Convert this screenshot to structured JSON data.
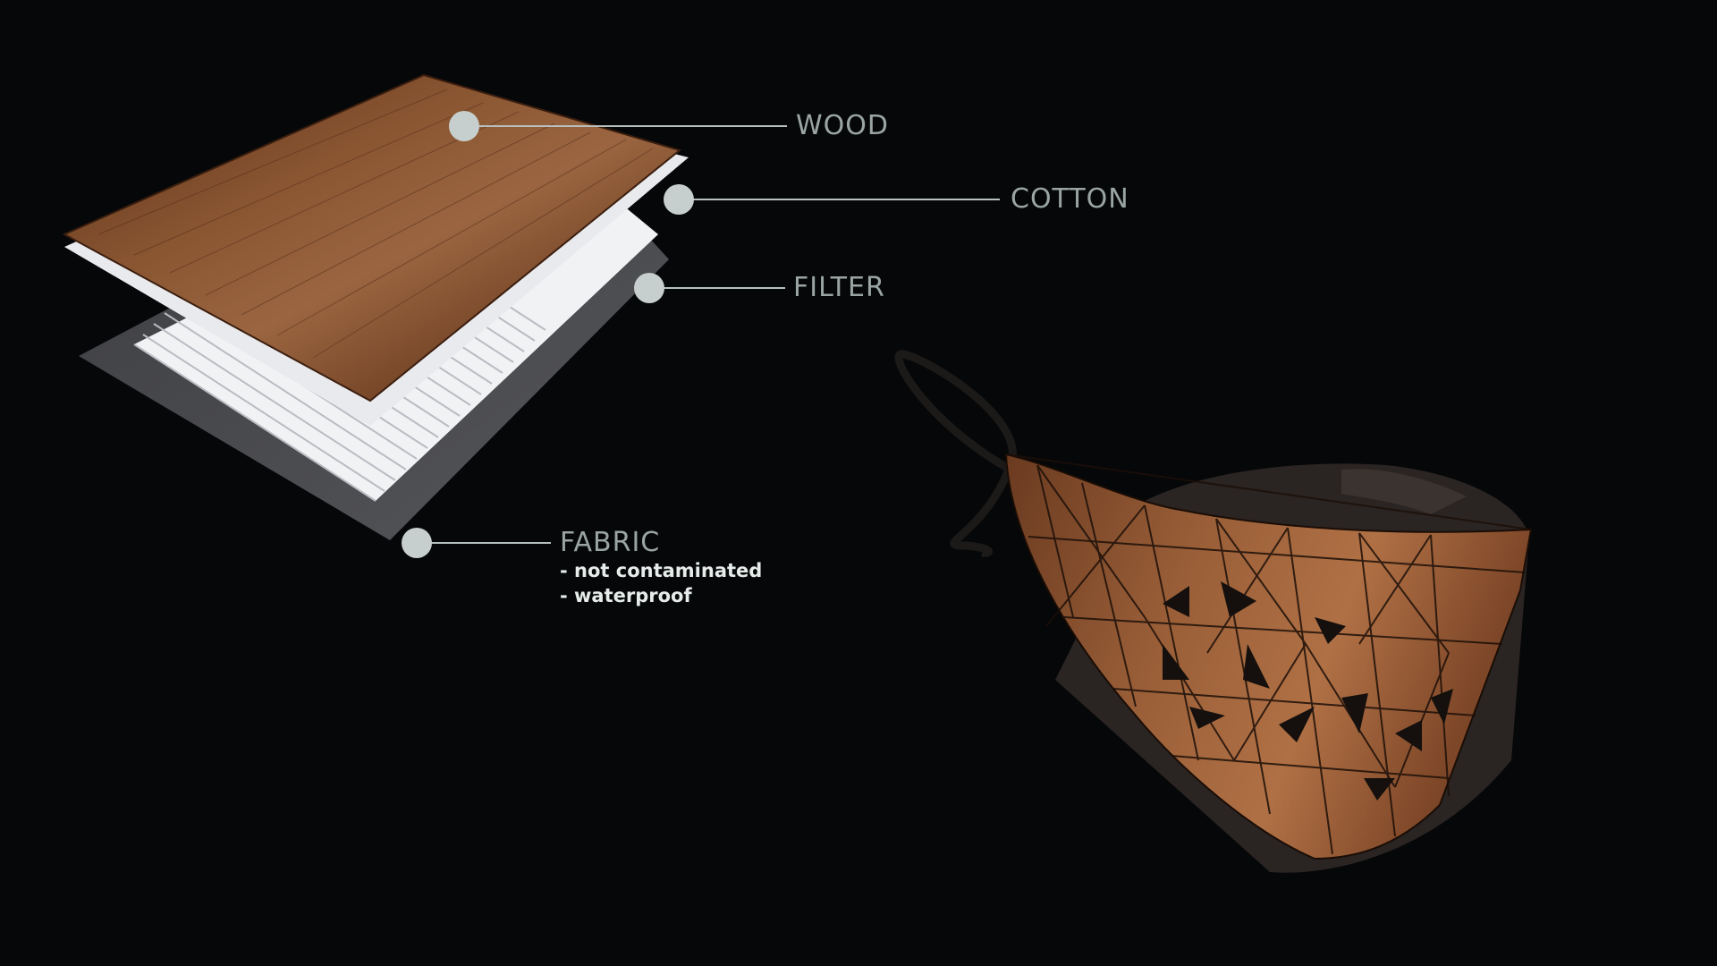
{
  "layers": [
    {
      "label": "WOOD"
    },
    {
      "label": "COTTON"
    },
    {
      "label": "FILTER"
    },
    {
      "label": "FABRIC",
      "notes": [
        "- not contaminated",
        "- waterproof"
      ]
    }
  ],
  "colors": {
    "background": "#060708",
    "label_text": "#9aa5a2",
    "note_text": "#e6ecea",
    "marker": "#c6cfcd",
    "leader_line": "#b7c0be",
    "wood": "#7a4a2b",
    "cotton": "#e9eaed",
    "filter": "#f2f3f5",
    "fabric": "#4a4b4e"
  }
}
